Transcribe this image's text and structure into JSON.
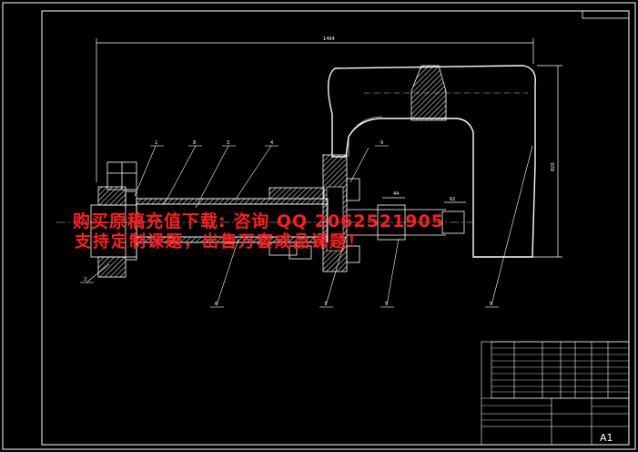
{
  "watermark": {
    "line1": "购买原稿充值下载: 咨询 QQ 2062521905",
    "line2": "支持定制课题，出售万套成品课题！"
  },
  "dimensions": {
    "overall_length": "1464",
    "height": "820",
    "right_a": "44",
    "right_b": "62"
  },
  "part_callouts": [
    "1",
    "8",
    "3",
    "4",
    "6",
    "7",
    "9",
    "5",
    "2"
  ],
  "title_block": {
    "sheet_size": "A1"
  },
  "colors": {
    "background": "#000000",
    "line": "#ffffff",
    "watermark": "#ff1e1e"
  }
}
